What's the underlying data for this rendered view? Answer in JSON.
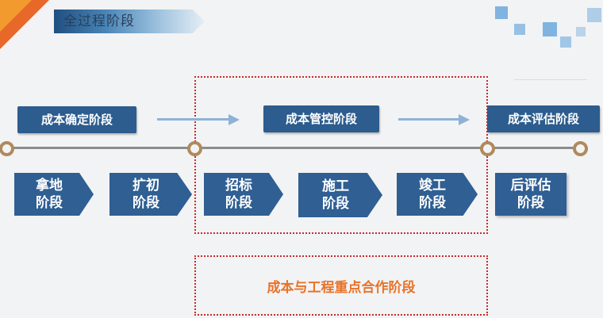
{
  "header": {
    "title": "全过程阶段"
  },
  "stages": [
    {
      "label": "成本确定阶段"
    },
    {
      "label": "成本管控阶段"
    },
    {
      "label": "成本评估阶段"
    }
  ],
  "phases": [
    {
      "line1": "拿地",
      "line2": "阶段"
    },
    {
      "line1": "扩初",
      "line2": "阶段"
    },
    {
      "line1": "招标",
      "line2": "阶段"
    },
    {
      "line1": "施工",
      "line2": "阶段"
    },
    {
      "line1": "竣工",
      "line2": "阶段"
    },
    {
      "line1": "后评估",
      "line2": "阶段"
    }
  ],
  "cooperation": {
    "label": "成本与工程重点合作阶段"
  },
  "colors": {
    "stage_box": "#2d5c8e",
    "phase_box": "#2f5f93",
    "arrow": "#8eb2d7",
    "node": "#b08a5c",
    "dashed_border": "#c92a2a",
    "cooperation_text": "#e8732a"
  }
}
